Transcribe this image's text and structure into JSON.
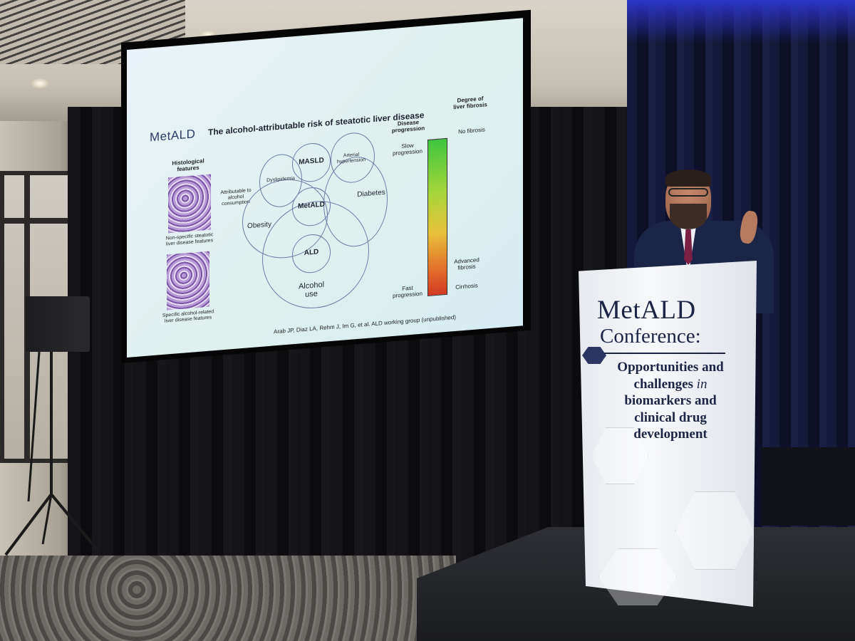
{
  "slide": {
    "brand": "MetALD",
    "title": "The alcohol-attributable risk of steatotic liver disease",
    "histology_heading": "Histological features",
    "histology_caption_1": "Non-specific steatotic liver disease features",
    "histology_caption_2": "Specific alcohol-related liver disease features",
    "attributable_note": "Attributable to alcohol consumption",
    "venn": {
      "masld": "MASLD",
      "metald": "MetALD",
      "ald": "ALD",
      "dyslipidemia": "Dyslipidemia",
      "arterial_hypertension": "Arterial hypertension",
      "obesity": "Obesity",
      "diabetes": "Diabetes",
      "alcohol_use": "Alcohol use"
    },
    "progression_heading": "Disease progression",
    "slow_progression": "Slow progression",
    "fast_progression": "Fast progression",
    "fibrosis_heading": "Degree of liver fibrosis",
    "no_fibrosis": "No fibrosis",
    "advanced_fibrosis": "Advanced fibrosis",
    "cirrhosis": "Cirrhosis",
    "citation": "Arab JP, Diaz LA, Rehm J, Im G, et al. ALD working group (unpublished)"
  },
  "podium": {
    "title": "MetALD",
    "subtitle": "Conference:",
    "tag_1": "Opportunities and",
    "tag_2a": "challenges ",
    "tag_2b": "in",
    "tag_3": "biomarkers and",
    "tag_4": "clinical drug",
    "tag_5": "development"
  }
}
